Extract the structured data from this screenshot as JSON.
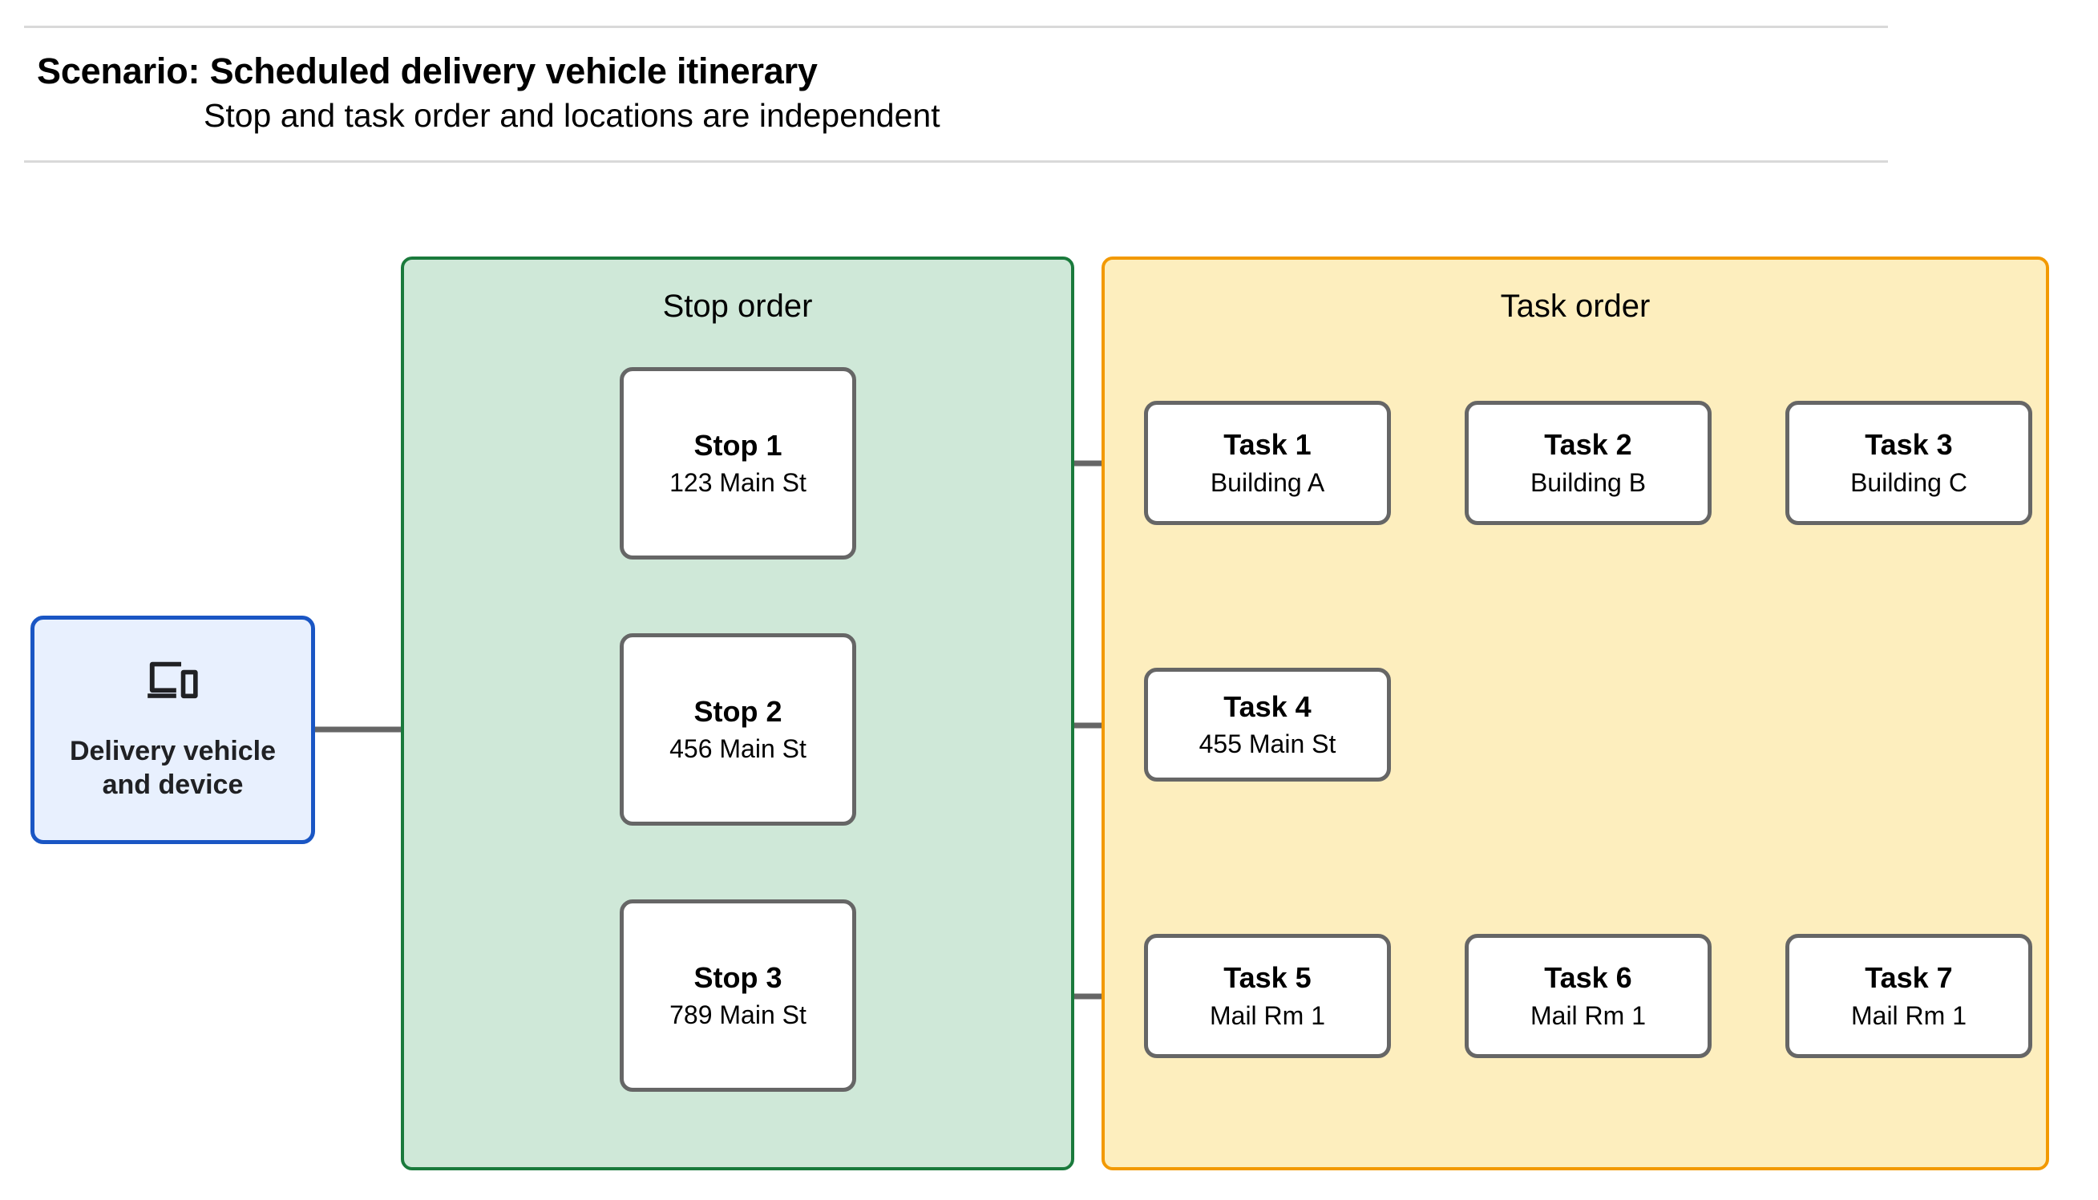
{
  "header": {
    "title": "Scenario: Scheduled delivery vehicle itinerary",
    "subtitle": "Stop and task order and locations are independent"
  },
  "colors": {
    "stop_panel_fill": "#cfe8d8",
    "stop_panel_border": "#1a7a3c",
    "task_panel_fill": "#fdeebe",
    "task_panel_border": "#f29900",
    "vehicle_fill": "#e8f0fe",
    "vehicle_border": "#1a56c4",
    "node_border": "#666666",
    "connector": "#666666",
    "rule": "#d9d9d9"
  },
  "vehicle": {
    "icon": "devices-icon",
    "label": "Delivery vehicle\nand device"
  },
  "stop_panel": {
    "title": "Stop order",
    "stops": [
      {
        "title": "Stop 1",
        "address": "123 Main St"
      },
      {
        "title": "Stop 2",
        "address": "456 Main St"
      },
      {
        "title": "Stop 3",
        "address": "789 Main St"
      }
    ]
  },
  "task_panel": {
    "title": "Task order",
    "rows": [
      {
        "tasks": [
          {
            "title": "Task 1",
            "location": "Building A"
          },
          {
            "title": "Task 2",
            "location": "Building B"
          },
          {
            "title": "Task 3",
            "location": "Building C"
          }
        ]
      },
      {
        "tasks": [
          {
            "title": "Task 4",
            "location": "455 Main St"
          }
        ]
      },
      {
        "tasks": [
          {
            "title": "Task 5",
            "location": "Mail Rm 1"
          },
          {
            "title": "Task 6",
            "location": "Mail Rm 1"
          },
          {
            "title": "Task 7",
            "location": "Mail Rm 1"
          }
        ]
      }
    ]
  }
}
